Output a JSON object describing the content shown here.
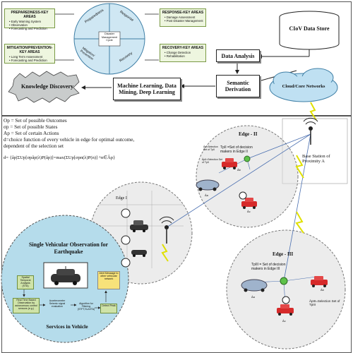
{
  "top": {
    "cycle": {
      "center": "Disaster Management Cycle",
      "preparedness": "Preparedness",
      "response": "Response",
      "recovery": "Recovery",
      "mitigation": "Mitigation/ Prevention"
    },
    "preparedness_box": {
      "title": "PREPAREDNESS-KEY AREAS",
      "items": [
        "Early Warning System",
        "Observation",
        "Forecasting and Prediction"
      ]
    },
    "mitigation_box": {
      "title": "MITIGATION/PREVENTION-KEY AREAS",
      "items": [
        "Long Term Assessment",
        "Forecasting and Prediction"
      ]
    },
    "response_box": {
      "title": "RESPONSE-KEY AREAS",
      "items": [
        "Damage Assessment",
        "Post Disaster Management"
      ]
    },
    "recovery_box": {
      "title": "RECOVERY-KEY AREAS",
      "items": [
        "Change Detection",
        "Rehabilitation"
      ]
    },
    "ciov_store": "CIoV Data Store",
    "data_analysis": "Data Analysis",
    "semantic_derivation": "Semantic Derivation",
    "ml_box": "Machine Learning, Data Mining, Deep Learning",
    "knowledge": "Knowledge Discovery",
    "cloud": "Cloud/Core Networks"
  },
  "definitions": {
    "op": "Op = Set of possible Outcomes",
    "sp": "σp = Set of possible States",
    "ap": "Ap = Set of certain Actions",
    "d1": "d=choice function of every vehicle in edge for optimal outcome,",
    "d2": "dependent of the selection set",
    "formula": "d= {âp|ΣUp[σpâp(λ)P(âp)]=max(ΣUp[σpn(λ)P(n)] ^n∈Âp}"
  },
  "edge2": {
    "title": "Edge - II",
    "tp_label": "TpII =Set of decision makers in Edge II",
    "ap_label": "Âp=Selection Set of TpII",
    "sel_label": "ÂpII=Selection Set of TpII",
    "car_a": "Âa",
    "car_b": "Âb",
    "car_c": "Âc"
  },
  "base_station": {
    "label": "Base Station of Proximity A"
  },
  "edge1": {
    "title": "Edge I"
  },
  "vehicle": {
    "title1": "Single Vehicular Observation for",
    "title2": "Earthquake",
    "footer": "Services in Vehicle",
    "spatial": "Spatial Temporal Analysis (STA)",
    "realtime": "Real Time Based Observation by autonomous control sensors (e.g.)",
    "accel": "Accelerometer Seismic signal evaluation",
    "algo": "Algorithm for Filtering (STFT,SLA/ITA)",
    "detect": "Detect Peak",
    "alert": "Alert Message to other vehicular network"
  },
  "edge3": {
    "title": "Edge - III",
    "tp_label": "TpIII = Set of decision makers in Edge III",
    "sel_label": "ÂpIII=Selection Set of TpIII",
    "car_a": "Âa",
    "car_b": "Âb",
    "car_c": "Âc"
  }
}
